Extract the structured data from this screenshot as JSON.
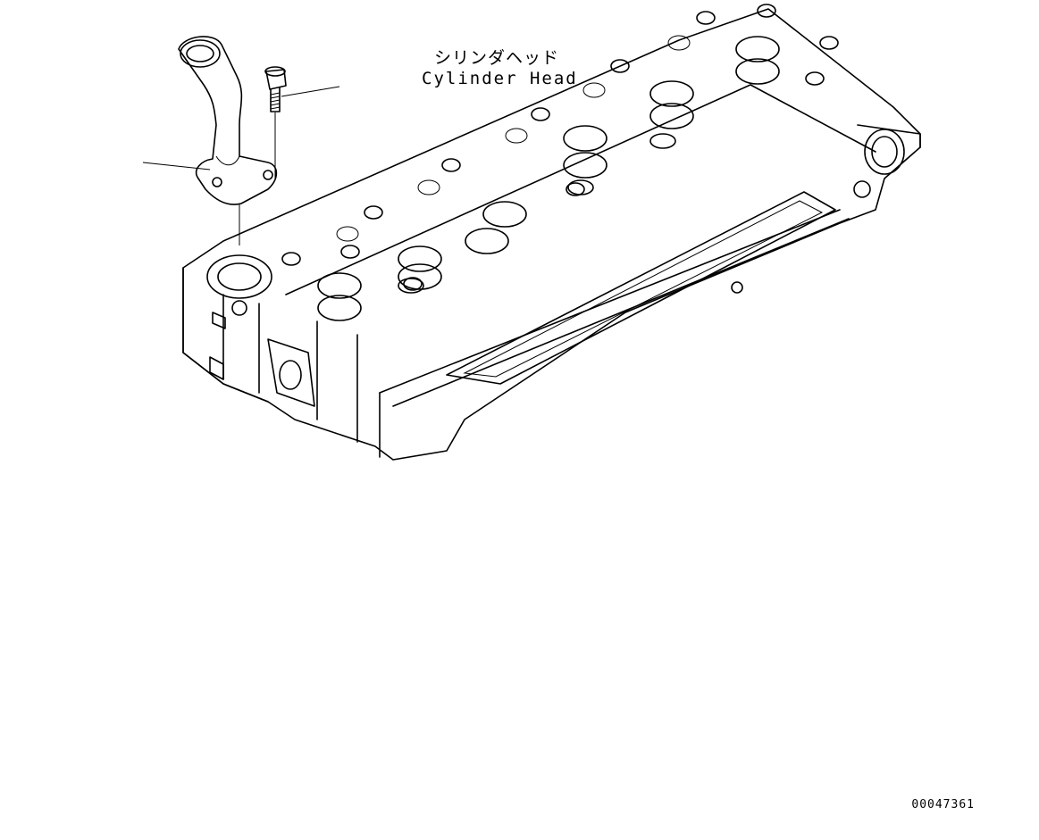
{
  "diagram": {
    "part_label_jp": "シリンダヘッド",
    "part_label_en": "Cylinder Head",
    "drawing_id": "00047361"
  }
}
